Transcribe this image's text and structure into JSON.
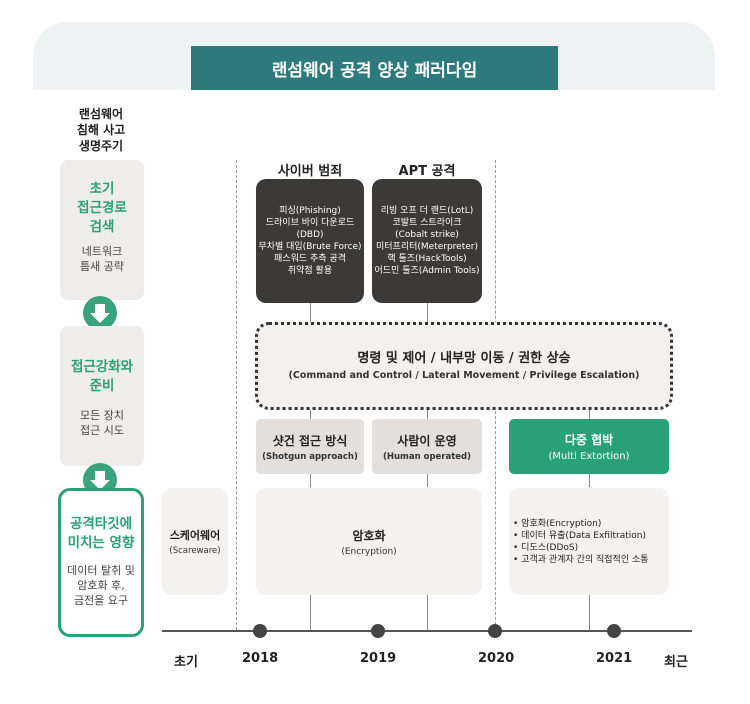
{
  "title": "랜섬웨어 공격 양상 패러다임",
  "lifecycle": {
    "title_lines": [
      "랜섬웨어",
      "침해 사고",
      "생명주기"
    ],
    "stages": [
      {
        "heading_lines": [
          "초기",
          "접근경로",
          "검색"
        ],
        "desc_lines": [
          "네트워크",
          "틈새 공략"
        ]
      },
      {
        "heading_lines": [
          "접근강화와",
          "준비"
        ],
        "desc_lines": [
          "모든 장치",
          "접근 시도"
        ]
      },
      {
        "heading_lines": [
          "공격타깃에",
          "미치는 영향"
        ],
        "desc_lines": [
          "데이터 탈취 및",
          "암호화 후,",
          "금전을 요구"
        ]
      }
    ]
  },
  "cybercrime": {
    "label": "사이버 범죄",
    "items": [
      "피싱(Phishing)",
      "드라이브 바이 다운로드",
      "(DBD)",
      "무차별 대입(Brute Force)",
      "패스워드 추측 공격",
      "취약점 활용"
    ]
  },
  "apt": {
    "label": "APT 공격",
    "items": [
      "리빙 오프 더 랜드(LotL)",
      "코발트 스트라이크",
      "(Cobalt strike)",
      "미터프리터(Meterpreter)",
      "핵 툴즈(HackTools)",
      "어드민 툴즈(Admin Tools)"
    ]
  },
  "command": {
    "ko": "명령 및 제어 / 내부망 이동 / 권한 상승",
    "en": "(Command and Control / Lateral Movement / Privilege Escalation)"
  },
  "shotgun": {
    "ko": "샷건 접근 방식",
    "en": "(Shotgun approach)"
  },
  "human": {
    "ko": "사람이 운영",
    "en": "(Human operated)"
  },
  "multi": {
    "ko": "다중 협박",
    "en": "(Multi Extortion)"
  },
  "scareware": {
    "ko": "스케어웨어",
    "en": "(Scareware)"
  },
  "encryption": {
    "ko": "암호화",
    "en": "(Encryption)"
  },
  "recent_items": [
    "• 암호화(Encryption)",
    "• 데이터 유출(Data Exfiltration)",
    "• 디도스(DDoS)",
    "• 고객과 관계자 간의 직접적인 소통"
  ],
  "timeline": [
    "초기",
    "2018",
    "2019",
    "2020",
    "2021",
    "최근"
  ],
  "colors": {
    "title_bar": "#2d7a7c",
    "accent_green": "#2aa078",
    "dark_box": "#3b3a39"
  }
}
